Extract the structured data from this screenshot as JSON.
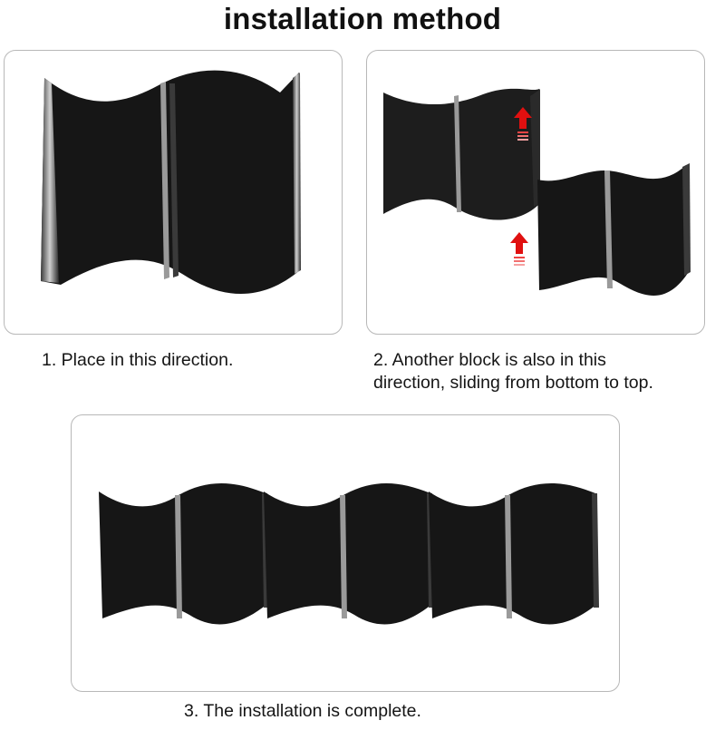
{
  "title": "installation method",
  "steps": [
    {
      "caption_lines": [
        "1. Place in this direction."
      ]
    },
    {
      "caption_lines": [
        "2. Another block is also in this",
        "direction, sliding from bottom to top."
      ]
    },
    {
      "caption_lines": [
        "3. The installation is complete."
      ]
    }
  ],
  "colors": {
    "panel": "#161616",
    "panel_ridge": "#9a9a9a",
    "arrow": "#e01010",
    "frame_border": "#b8b8b8"
  },
  "icons": [
    "up-arrow-icon"
  ]
}
